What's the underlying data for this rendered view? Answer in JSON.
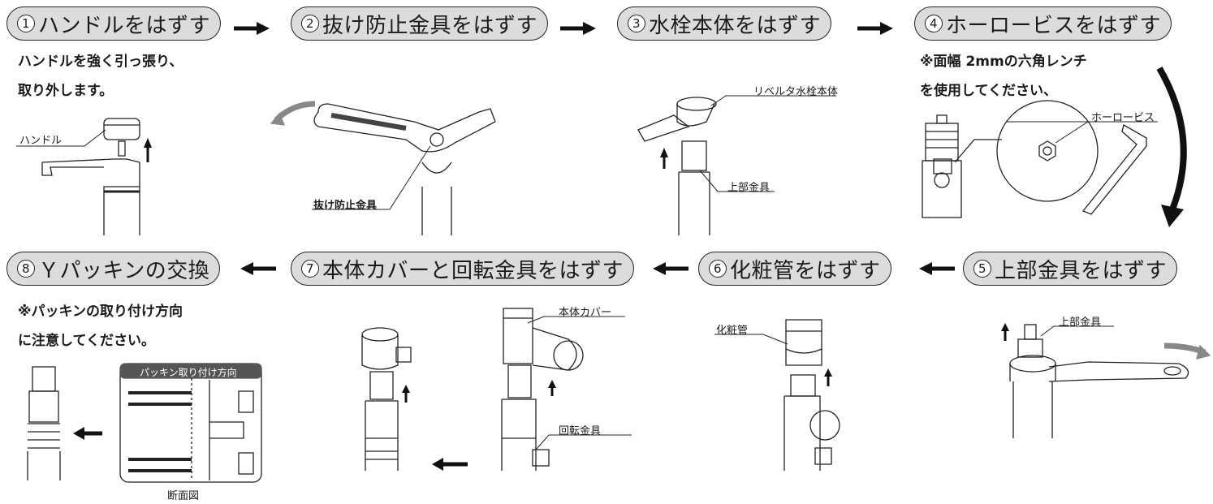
{
  "steps": [
    {
      "num": "1",
      "title": "ハンドルをはずす"
    },
    {
      "num": "2",
      "title": "抜け防止金具をはずす"
    },
    {
      "num": "3",
      "title": "水栓本体をはずす"
    },
    {
      "num": "4",
      "title": "ホーロービスをはずす"
    },
    {
      "num": "5",
      "title": "上部金具をはずす"
    },
    {
      "num": "6",
      "title": "化粧管をはずす"
    },
    {
      "num": "7",
      "title": "本体カバーと回転金具をはずす"
    },
    {
      "num": "8",
      "title": "Ｙパッキンの交換"
    }
  ],
  "notes": {
    "step1": [
      "ハンドルを強く引っ張り、",
      "取り外します。"
    ],
    "step4": [
      "※面幅 2mmの六角レンチ",
      "を使用してください、"
    ],
    "step8": [
      "※パッキンの取り付け方向",
      "に注意してください。"
    ]
  },
  "labels": {
    "handle": "ハンドル",
    "anti_slip": "抜け防止金具",
    "faucet_body": "リベルタ水栓本体",
    "upper_fitting_3": "上部金具",
    "hollow_screw": "ホーロービス",
    "upper_fitting_5": "上部金具",
    "decorative_pipe": "化粧管",
    "body_cover": "本体カバー",
    "rotary_fitting": "回転金具",
    "packing_direction": "パッキン取り付け方向",
    "cross_section": "断面図"
  },
  "colors": {
    "pill_bg": "#dcdcdc",
    "stroke": "#222222",
    "arrow": "#111111",
    "box_header": "#555555"
  }
}
